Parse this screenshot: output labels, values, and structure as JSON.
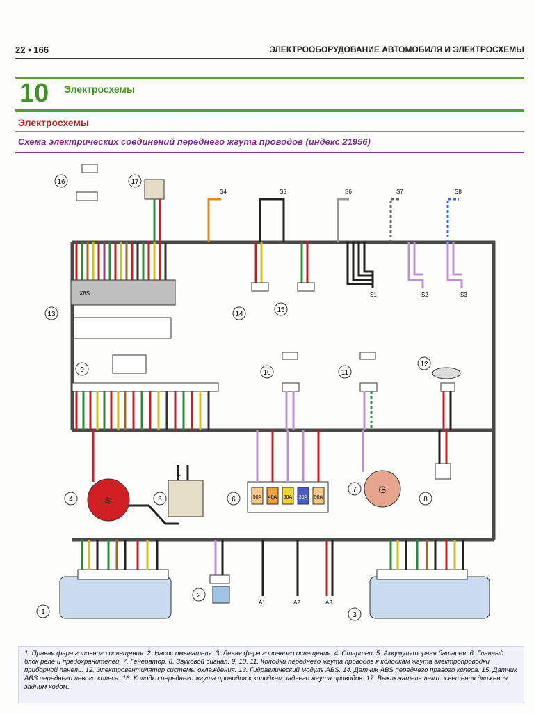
{
  "header": {
    "page_number": "22 • 166",
    "running_title": "ЭЛЕКТРООБОРУДОВАНИЕ АВТОМОБИЛЯ И ЭЛЕКТРОСХЕМЫ"
  },
  "chapter": {
    "number": "10",
    "title": "Электросхемы"
  },
  "section_title": "Электросхемы",
  "subtitle": "Схема электрических соединений переднего жгута проводов (индекс 21956)",
  "diagram": {
    "component_numbers": [
      "1",
      "2",
      "3",
      "4",
      "5",
      "6",
      "7",
      "8",
      "9",
      "10",
      "11",
      "12",
      "13",
      "14",
      "15",
      "16",
      "17"
    ],
    "ground_labels": [
      "S1",
      "S2",
      "S3",
      "S4",
      "S5",
      "S6",
      "S7",
      "S8"
    ],
    "ground_points": [
      "A1",
      "A2",
      "A3"
    ],
    "part_labels": {
      "starter": "St",
      "generator": "G",
      "battery_sign": "+"
    },
    "connector_13_label": "X8S",
    "fuses": [
      "50A",
      "40A",
      "60A",
      "30A",
      "50A"
    ]
  },
  "caption": "1. Правая фара головного освещения. 2. Насос омывателя. 3. Левая фара головного освещения. 4. Стартер. 5. Аккумуляторная батарея. 6. Главный блок реле и предохранителей. 7. Генератор. 8. Звуковой сигнал. 9, 10, 11. Колодки переднего жгута проводов к колодкам жгута электропроводки приборной панели. 12. Электровентилятор системы охлаждения. 13. Гидравлический модуль ABS. 14. Датчик ABS переднего правого колеса. 15. Датчик ABS переднего левого колеса. 16. Колодки переднего жгута проводов к колодкам заднего жгута проводов. 17. Выключатель ламп освещения движения задним ходом.",
  "colors": {
    "green": "#5aa02c",
    "red": "#c02026",
    "purple": "#7a2b8e",
    "harness": "#4a4a4a"
  }
}
